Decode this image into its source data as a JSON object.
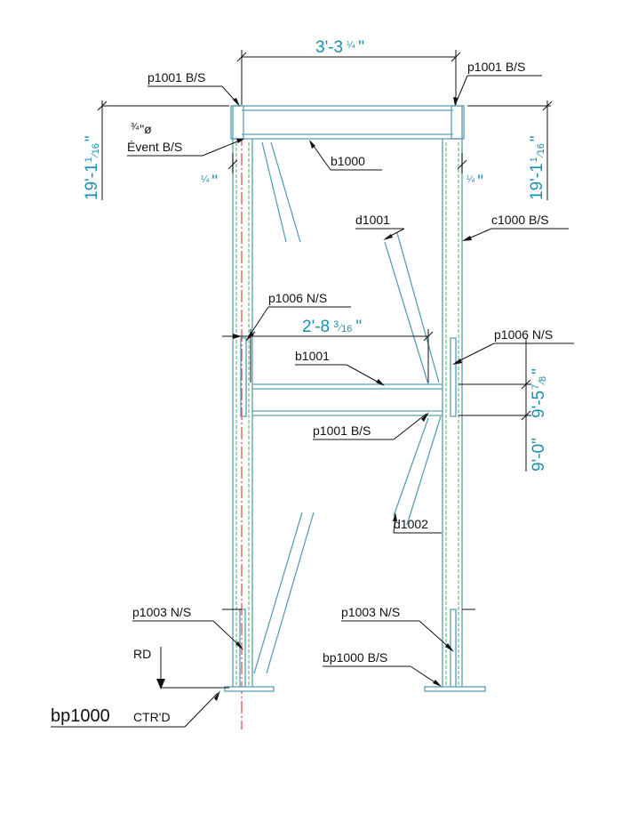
{
  "colors": {
    "dimension_text": "#1a8fb0",
    "member": "#5a9fb4",
    "bolt_line": "#3aa84a",
    "centerline": "#d42020",
    "leader": "#111111"
  },
  "dimensions": {
    "top_width": {
      "main": "3'-3",
      "frac": "¼",
      "unit": "\""
    },
    "height_left": {
      "main": "19'-1",
      "num": "1",
      "den": "16",
      "unit": "\""
    },
    "height_right": {
      "main": "19'-1",
      "num": "1",
      "den": "16",
      "unit": "\""
    },
    "gap_left": {
      "frac": "¼",
      "unit": "\""
    },
    "gap_right": {
      "frac": "¼",
      "unit": "\""
    },
    "mid_width": {
      "main": "2'-8",
      "num": "3",
      "den": "16",
      "unit": "\""
    },
    "elev_upper": {
      "main": "9'-5",
      "num": "7",
      "den": "8",
      "unit": "\""
    },
    "elev_lower": {
      "main": "9'-0",
      "unit": "\""
    }
  },
  "labels": {
    "p1001_top_left": "p1001 B/S",
    "p1001_top_right": "p1001 B/S",
    "vent_size": "¾",
    "vent_unit": "\"ø",
    "vent": "Évent B/S",
    "b1000": "b1000",
    "d1001": "d1001",
    "c1000": "c1000 B/S",
    "p1006_left": "p1006 N/S",
    "p1006_right": "p1006 N/S",
    "b1001": "b1001",
    "p1001_mid": "p1001 B/S",
    "d1002": "d1002",
    "p1003_left": "p1003 N/S",
    "p1003_right": "p1003 N/S",
    "rd": "RD",
    "bp1000_right": "bp1000 B/S",
    "bp1000_main": "bp1000",
    "bp1000_main_suffix": "CTR'D"
  }
}
